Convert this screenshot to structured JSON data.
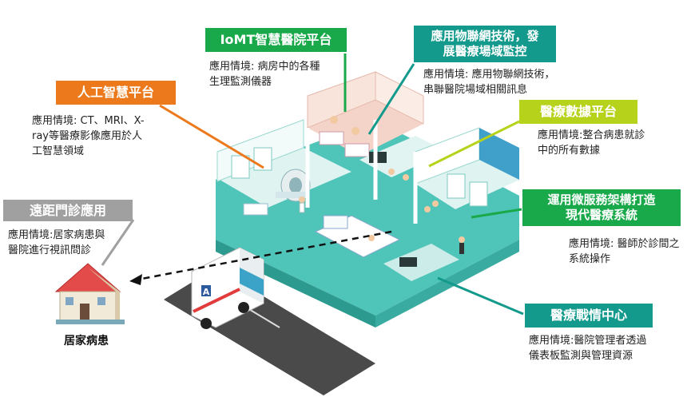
{
  "colors": {
    "orange": "#ec7a1c",
    "green": "#1aa94a",
    "teal": "#139a8c",
    "lime": "#b6d21b",
    "gray": "#a0a0a0",
    "floor": "#5fd0c4",
    "wall": "#eaf7f6"
  },
  "labels": {
    "ai": {
      "title": "人工智慧平台",
      "desc_lines": [
        "應用情境: CT、MRI、X-",
        "ray等醫療影像應用於人",
        "工智慧領域"
      ]
    },
    "iomt": {
      "title": "IoMT智慧醫院平台",
      "desc_lines": [
        "應用情境: 病房中的各種",
        "生理監測儀器"
      ]
    },
    "iot": {
      "title_lines": [
        "應用物聯網技術，發",
        "展醫療場域監控"
      ],
      "desc_lines": [
        "應用情境: 應用物聯網技術，",
        "串聯醫院場域相關訊息"
      ]
    },
    "data": {
      "title": "醫療數據平台",
      "desc_lines": [
        "應用情境:整合病患就診",
        "中的所有數據"
      ]
    },
    "micro": {
      "title_lines": [
        "運用微服務架構打造",
        "現代醫療系統"
      ],
      "desc_lines": [
        "應用情境: 醫師於診間之",
        "系統操作"
      ]
    },
    "tele": {
      "title": "遠距門診應用",
      "desc_lines": [
        "應用情境:居家病患與",
        "醫院進行視訊問診"
      ]
    },
    "war": {
      "title": "醫療戰情中心",
      "desc_lines": [
        "應用情境:醫院管理者透過",
        "儀表板監測與管理資源"
      ]
    },
    "home": {
      "caption": "居家病患"
    },
    "ambulance": {
      "letter": "A"
    }
  }
}
